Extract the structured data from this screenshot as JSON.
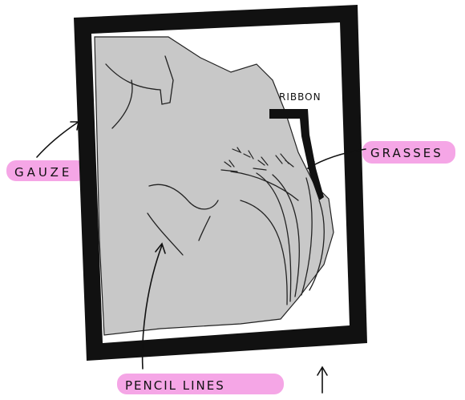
{
  "labels": {
    "gauze": "GAUZE",
    "ribbon": "RIBBON",
    "grasses": "GRASSES",
    "pencil_lines": "PENCIL LINES"
  },
  "colors": {
    "ink": "#111111",
    "gauze_fill": "#c8c8c8",
    "highlight": "#f5a6e6",
    "background": "#ffffff"
  }
}
